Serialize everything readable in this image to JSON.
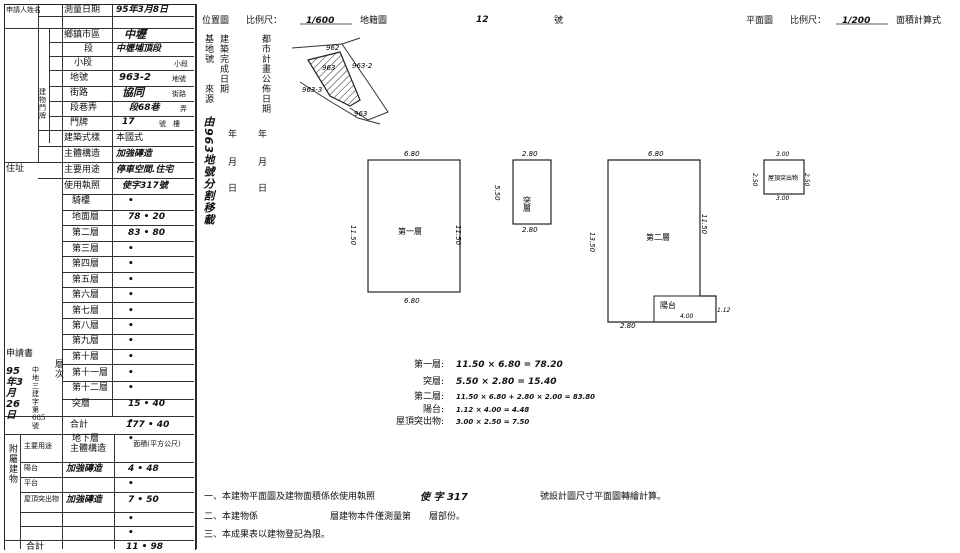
{
  "left_table": {
    "applicant_label": "申請人姓名",
    "survey_date_label": "測量日期",
    "survey_date_value": "95年3月8日",
    "township_label": "鄉鎮市區",
    "township_value": "中壢",
    "section_label": "段",
    "section_value": "中壢埔頂段",
    "subsection_label": "小段",
    "subsection_value": "小段",
    "land_no_label": "地號",
    "land_no_value": "963-2",
    "land_no_suffix": "地號",
    "bldg_addr_label": "建物門牌",
    "street_label": "街路",
    "street_value": "協同",
    "street_suffix": "街路",
    "lane_label": "段巷弄",
    "lane_value": "段68巷",
    "lane_suffix": "弄",
    "number_label": "門牌",
    "number_value": "17",
    "number_suffix": "號　樓",
    "style_label": "建築式樣",
    "style_value": "本國式",
    "structure_label": "主體構造",
    "structure_value": "加強磚造",
    "usage_label": "主要用途",
    "usage_value": "停車空間.住宅",
    "license_label": "使用執照",
    "license_value": "使字317號",
    "floors": [
      {
        "name": "騎樓",
        "area": "•"
      },
      {
        "name": "地面層",
        "area": "78 • 20"
      },
      {
        "name": "第二層",
        "area": "83 • 80"
      },
      {
        "name": "第三層",
        "area": "•"
      },
      {
        "name": "第四層",
        "area": "•"
      },
      {
        "name": "第五層",
        "area": "•"
      },
      {
        "name": "第六層",
        "area": "•"
      },
      {
        "name": "第七層",
        "area": "•"
      },
      {
        "name": "第八層",
        "area": "•"
      },
      {
        "name": "第九層",
        "area": "•"
      },
      {
        "name": "第十層",
        "area": "•"
      },
      {
        "name": "第十一層",
        "area": "•"
      },
      {
        "name": "第十二層",
        "area": "•"
      },
      {
        "name": "突層",
        "area": "15 • 40"
      },
      {
        "name": "",
        "area": "•"
      },
      {
        "name": "地下層",
        "area": "•"
      }
    ],
    "floor_group_label": "層次",
    "total_label": "合計",
    "total_value": "177 • 40",
    "resident_label": "住址",
    "application_label": "申請書",
    "application_date": "95年3月26日",
    "application_office": "中地三建字第685號",
    "attach_header_use": "主要用途",
    "attach_header_struct": "主體構造",
    "attach_header_area": "面積(平方公尺)",
    "attachments": [
      {
        "use": "陽台",
        "struct": "加強磚造",
        "area": "4 • 48"
      },
      {
        "use": "平台",
        "struct": "",
        "area": "•"
      },
      {
        "use": "屋頂突出物",
        "struct": "加強磚造",
        "area": "7 • 50"
      },
      {
        "use": "",
        "struct": "",
        "area": "•"
      },
      {
        "use": "",
        "struct": "",
        "area": "•"
      }
    ],
    "attach_total_label": "合計",
    "attach_total_value": "11 • 98",
    "side_label": "附屬建物"
  },
  "header": {
    "location_label": "位置圖",
    "scale_label": "比例尺：",
    "location_scale": "1/600",
    "map_label": "地籍圖",
    "map_no": "12",
    "map_no_suffix": "號",
    "plan_label": "平面圖",
    "plan_scale": "1/200",
    "area_calc_label": "面積計算式"
  },
  "base": {
    "base_label": "基地號",
    "completion_label": "建築完成日期",
    "source_label": "來源",
    "notice_label": "都市計畫公佈日期",
    "source_value": "由963地號分割移載",
    "year_label": "年",
    "month_label": "月",
    "day_label": "日"
  },
  "location_map": {
    "labels": [
      "962",
      "963",
      "963-2",
      "963-3",
      "963"
    ]
  },
  "plan": {
    "floor1": {
      "label": "第一層",
      "width": "6.80",
      "height": "11.50"
    },
    "roof_structure": {
      "label": "突層",
      "width": "2.80",
      "height": "5.50"
    },
    "floor2": {
      "label": "第二層",
      "width": "6.80",
      "height": "13.50",
      "extra_height": "11.50",
      "bottom": "2.80"
    },
    "balcony": {
      "label": "陽台",
      "width": "4.00",
      "height": "1.12"
    },
    "roof_protrusion": {
      "label": "屋頂突出物",
      "width": "3.00",
      "height": "2.50"
    }
  },
  "calculations": [
    {
      "label": "第一層:",
      "formula": "11.50 × 6.80 = 78.20"
    },
    {
      "label": "突層:",
      "formula": "5.50 × 2.80 = 15.40"
    },
    {
      "label": "第二層:",
      "formula": "11.50 × 6.80 + 2.80 × 2.00 = 83.80"
    },
    {
      "label": "陽台:",
      "formula": "1.12 × 4.00 = 4.48"
    },
    {
      "label": "屋頂突出物:",
      "formula": "3.00 × 2.50 = 7.50"
    }
  ],
  "notes": [
    {
      "text": "一、本建物平面圖及建物面積係依使用執照",
      "value": "使 字 317",
      "suffix": "號設計圖尺寸平面圖轉繪計算。"
    },
    {
      "text": "二、本建物係",
      "value": "",
      "suffix": "層建物本件僅測量第　　層部份。"
    },
    {
      "text": "三、本成果表以建物登記為限。",
      "value": "",
      "suffix": ""
    }
  ]
}
